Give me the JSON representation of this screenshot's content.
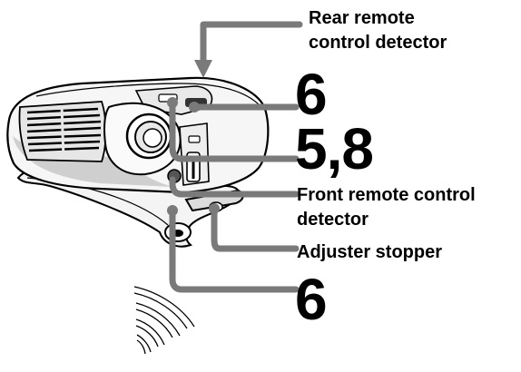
{
  "labels": {
    "rear_line1": "Rear remote",
    "rear_line2": "control detector",
    "step_top": "6",
    "step_mid": "5,8",
    "front_line1": "Front remote control",
    "front_line2": "detector",
    "adjuster": "Adjuster stopper",
    "step_bottom": "6"
  },
  "colors": {
    "leader": "#7a7a7a",
    "ink": "#000000",
    "body_light": "#f2f2f2",
    "shadow": "#bdbdbd"
  }
}
